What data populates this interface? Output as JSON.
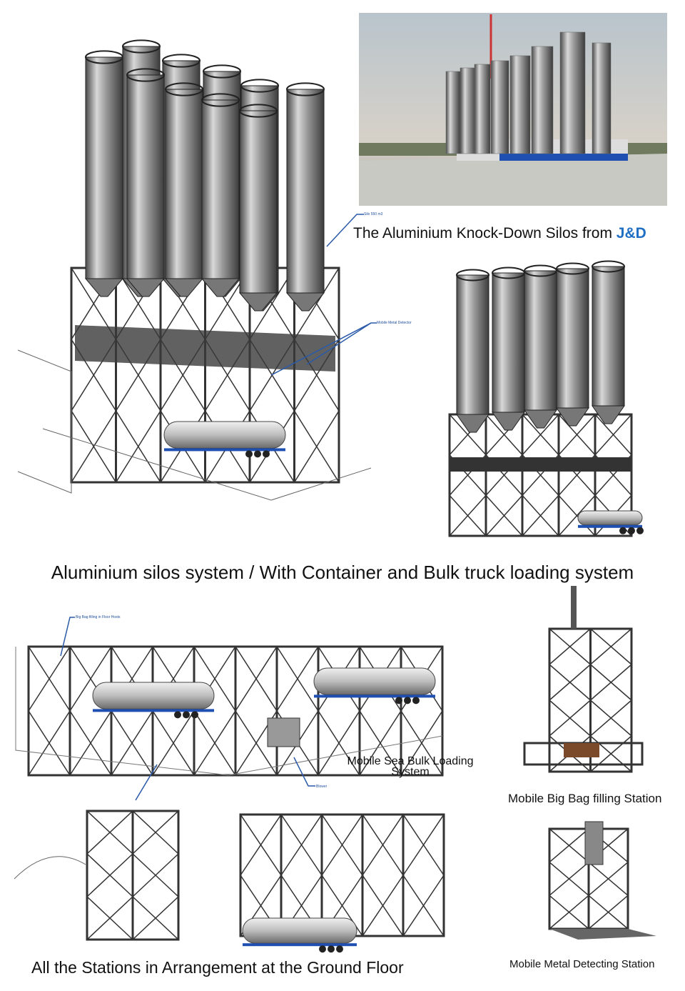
{
  "photo": {
    "caption_prefix": "The Aluminium  Knock-Down Silos from ",
    "brand": "J&D",
    "brand_color": "#1f6fc4"
  },
  "main_drawing": {
    "labels": [
      "Silo 550 m3",
      "Mobile Metal Detector"
    ]
  },
  "section_heading": "Aluminium silos system / With Container and Bulk truck loading system",
  "ground_floor": {
    "labels": [
      "Big Bag filling in Floor Hosts",
      "Blower"
    ],
    "sea_bulk_caption": "Mobile Sea Bulk Loading System",
    "caption": "All the Stations in Arrangement at the Ground Floor"
  },
  "stations": [
    {
      "caption": "Mobile Big Bag filling Station"
    },
    {
      "caption": "Mobile Metal Detecting Station"
    }
  ]
}
